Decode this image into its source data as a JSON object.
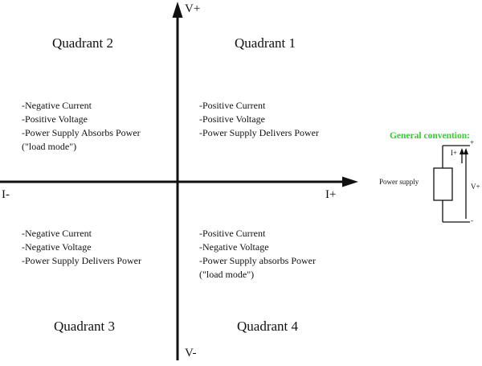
{
  "axes": {
    "v_plus": "V+",
    "v_minus": "V-",
    "i_plus": "I+",
    "i_minus": "I-"
  },
  "quadrants": [
    {
      "title": "Quadrant 1",
      "lines": [
        "-Positive Current",
        "-Positive Voltage",
        "-Power Supply Delivers Power"
      ]
    },
    {
      "title": "Quadrant 2",
      "lines": [
        "-Negative Current",
        "-Positive Voltage",
        "-Power Supply Absorbs Power",
        "(\"load mode\")"
      ]
    },
    {
      "title": "Quadrant 3",
      "lines": [
        "-Negative Current",
        "-Negative Voltage",
        "-Power Supply Delivers Power"
      ]
    },
    {
      "title": "Quadrant 4",
      "lines": [
        "-Positive Current",
        "-Negative Voltage",
        "-Power Supply absorbs Power",
        "(\"load mode\")"
      ]
    }
  ],
  "convention": {
    "title": "General convention:",
    "device_label": "Power supply",
    "plus": "+",
    "minus": "-",
    "current": "I+",
    "voltage": "V+"
  },
  "colors": {
    "axes": "#111111",
    "convention_title": "#33cc33"
  }
}
